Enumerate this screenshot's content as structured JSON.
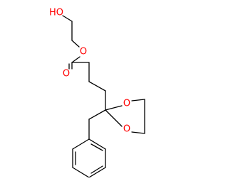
{
  "molecule": {
    "atom_labels": {
      "hydroxyl": "HO",
      "ester_oxygen": "O",
      "carbonyl_oxygen": "O",
      "ring_oxygen_upper": "O",
      "ring_oxygen_lower": "O"
    },
    "colors": {
      "bond": "#000000",
      "oxygen": "#ff0000",
      "background": "#ffffff"
    }
  }
}
